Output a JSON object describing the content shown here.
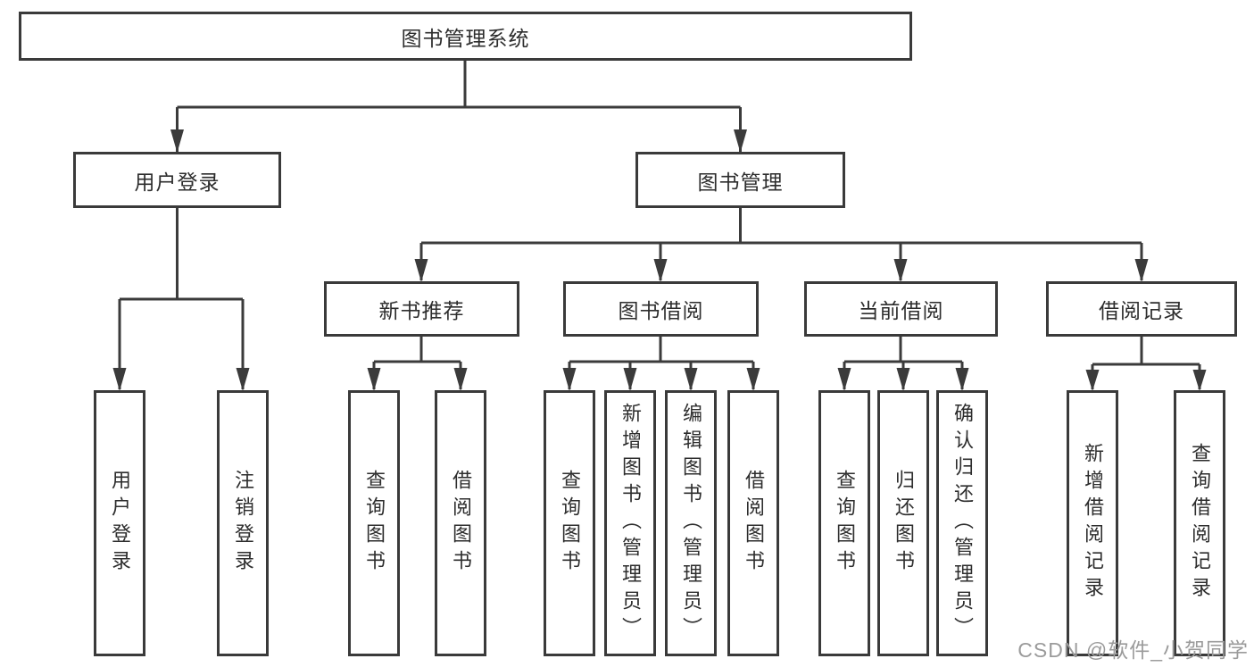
{
  "diagram": {
    "title": "图书管理系统",
    "nodes": {
      "root": {
        "label": "图书管理系统"
      },
      "user_login": {
        "label": "用户登录"
      },
      "book_mgmt": {
        "label": "图书管理"
      },
      "new_book_rec": {
        "label": "新书推荐"
      },
      "book_borrow": {
        "label": "图书借阅"
      },
      "current_borrow": {
        "label": "当前借阅"
      },
      "borrow_records": {
        "label": "借阅记录"
      },
      "leaf_user_login": {
        "label": "用户登录"
      },
      "leaf_logout": {
        "label": "注销登录"
      },
      "leaf_query_book_1": {
        "label": "查询图书"
      },
      "leaf_borrow_book_1": {
        "label": "借阅图书"
      },
      "leaf_query_book_2": {
        "label": "查询图书"
      },
      "leaf_add_book": {
        "label": "新增图书（管理员）"
      },
      "leaf_edit_book": {
        "label": "编辑图书（管理员）"
      },
      "leaf_borrow_book_2": {
        "label": "借阅图书"
      },
      "leaf_query_book_3": {
        "label": "查询图书"
      },
      "leaf_return_book": {
        "label": "归还图书"
      },
      "leaf_confirm_return": {
        "label": "确认归还（管理员）"
      },
      "leaf_add_record": {
        "label": "新增借阅记录"
      },
      "leaf_query_record": {
        "label": "查询借阅记录"
      }
    },
    "hierarchy": {
      "图书管理系统": {
        "用户登录": [
          "用户登录",
          "注销登录"
        ],
        "图书管理": {
          "新书推荐": [
            "查询图书",
            "借阅图书"
          ],
          "图书借阅": [
            "查询图书",
            "新增图书（管理员）",
            "编辑图书（管理员）",
            "借阅图书"
          ],
          "当前借阅": [
            "查询图书",
            "归还图书",
            "确认归还（管理员）"
          ],
          "借阅记录": [
            "新增借阅记录",
            "查询借阅记录"
          ]
        }
      }
    },
    "watermark": "CSDN @软件_小贺同学",
    "colors": {
      "line": "#3b3b3b",
      "box_border": "#3a3a3a",
      "text": "#2d2d2d",
      "watermark": "#9b9b9b",
      "background": "#ffffff"
    }
  }
}
